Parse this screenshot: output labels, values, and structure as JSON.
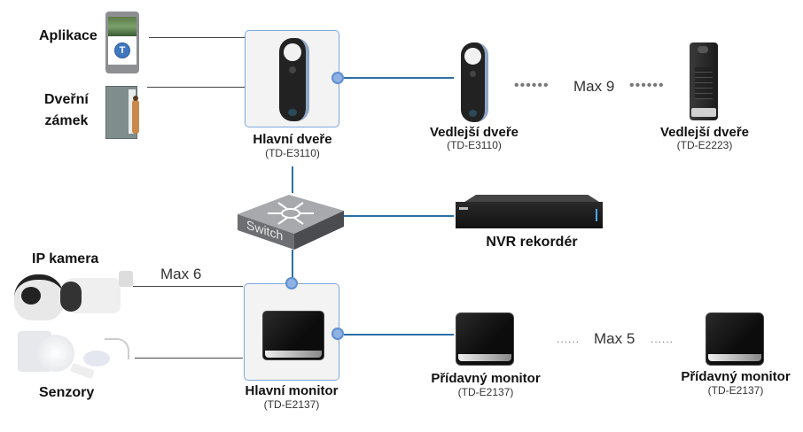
{
  "diagram": {
    "left_devices": {
      "app": {
        "label": "Aplikace"
      },
      "door_lock": {
        "label_line1": "Dveřní",
        "label_line2": "zámek"
      },
      "ip_camera": {
        "label": "IP kamera",
        "max_label": "Max 6"
      },
      "sensors": {
        "label": "Senzory"
      }
    },
    "main_door": {
      "label": "Hlavní dveře",
      "model": "(TD-E3110)"
    },
    "sub_door_1": {
      "label": "Vedlejší dveře",
      "model": "(TD-E3110)"
    },
    "sub_door_2": {
      "label": "Vedlejší dveře",
      "model": "(TD-E2223)"
    },
    "door_max_label": "Max 9",
    "door_dots": "••••••",
    "switch": {
      "label": "Switch"
    },
    "nvr": {
      "label": "NVR rekordér"
    },
    "main_monitor": {
      "label": "Hlavní monitor",
      "model": "(TD-E2137)"
    },
    "extra_monitor_1": {
      "label": "Přídavný monitor",
      "model": "(TD-E2137)"
    },
    "extra_monitor_2": {
      "label": "Přídavný monitor",
      "model": "(TD-E2137)"
    },
    "monitor_max_label": "Max 5",
    "monitor_dots": "......",
    "colors": {
      "accent_line": "#2c6fa6",
      "box_border": "#7ea6d8",
      "connector": "#8fb2e3"
    }
  }
}
